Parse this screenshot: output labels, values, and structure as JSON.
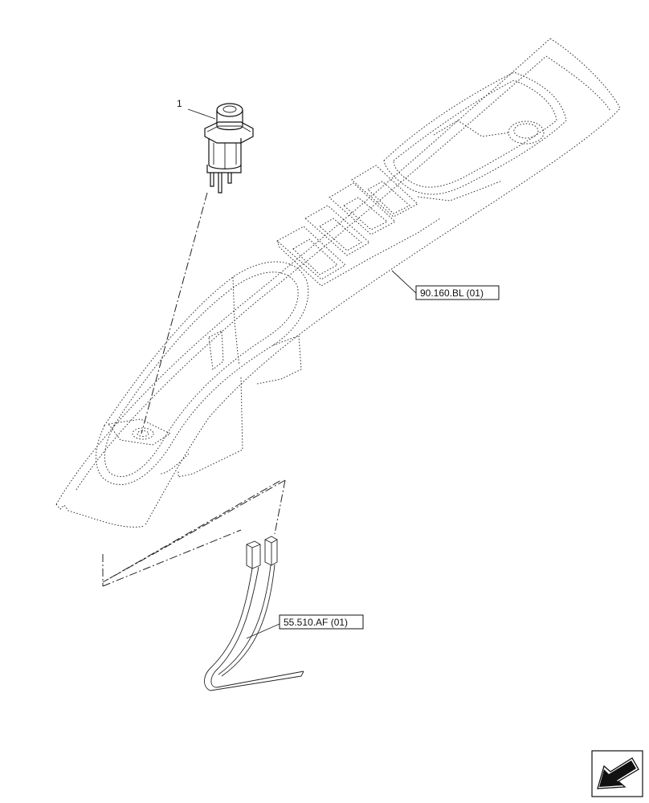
{
  "callouts": {
    "item": "1",
    "ref_top": "90.160.BL (01)",
    "ref_bottom": "55.510.AF (01)"
  },
  "icons": {
    "nav": "arrow-down-left-icon"
  }
}
